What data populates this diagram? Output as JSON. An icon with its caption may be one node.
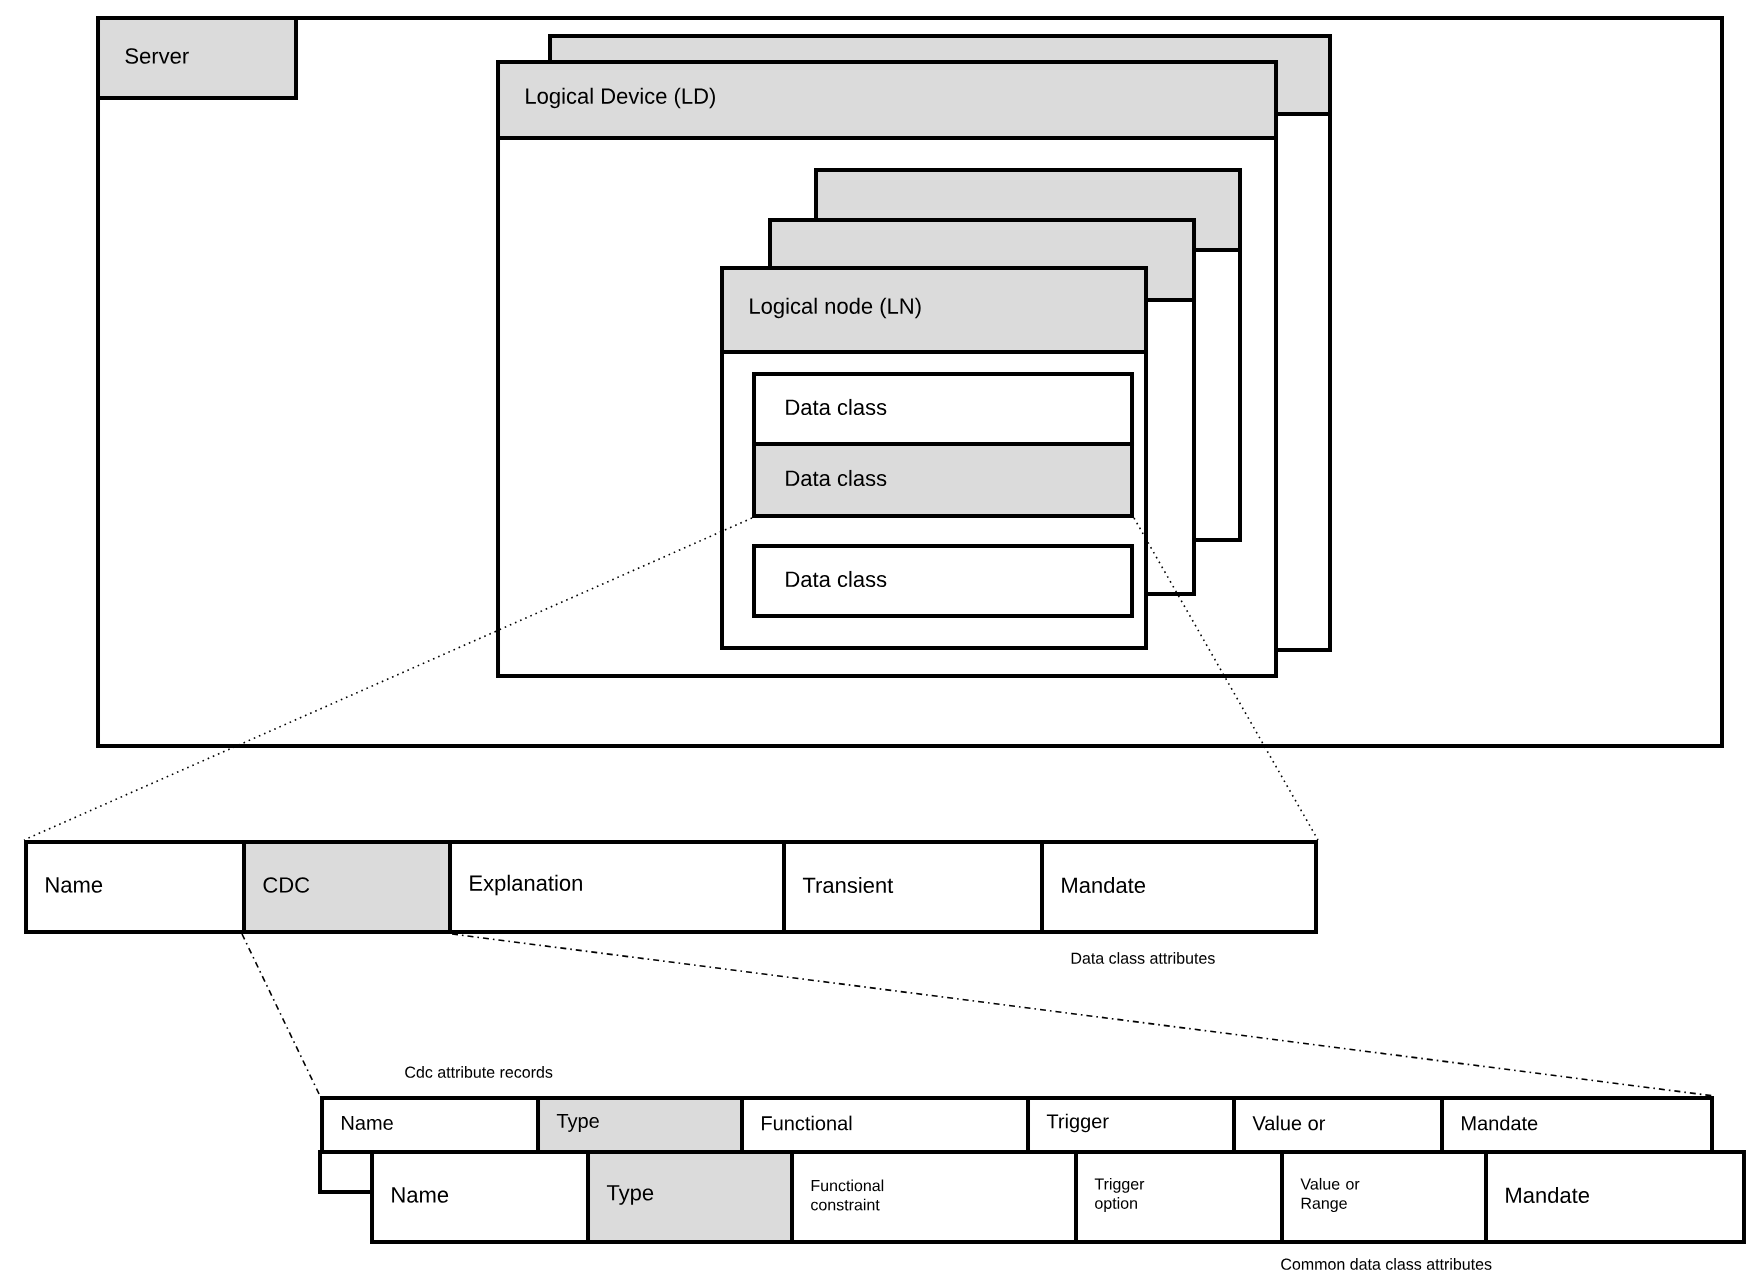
{
  "diagram": {
    "nodes": [
      {
        "text": [],
        "shape": "box"
      },
      {
        "text": [
          "Server"
        ],
        "in": 0
      },
      {
        "text": [],
        "shape": "box",
        "in": 0
      },
      {
        "text": [
          "Logical Device (LD)"
        ],
        "in": 2
      },
      {
        "text": [],
        "shape": "box",
        "in": 2
      },
      {
        "text": [
          "Logical node (LN)"
        ],
        "in": 4
      },
      {
        "text": [
          "Data class"
        ],
        "in": 4
      },
      {
        "text": [
          "Data class"
        ],
        "in": 4
      },
      {
        "text": [
          "Data class"
        ],
        "in": 4
      },
      {
        "text": [
          "Name"
        ]
      },
      {
        "text": [
          "CDC"
        ]
      },
      {
        "text": [
          "Explanation"
        ]
      },
      {
        "text": [
          "Transient"
        ]
      },
      {
        "text": [
          "Mandate"
        ]
      },
      {
        "text": [
          "Name"
        ]
      },
      {
        "text": [
          "Type"
        ]
      },
      {
        "text": [
          "Functional"
        ]
      },
      {
        "text": [
          "Trigger"
        ]
      },
      {
        "text": [
          "Value or"
        ]
      },
      {
        "text": [
          "Mandate"
        ]
      },
      {
        "text": [
          "Name"
        ]
      },
      {
        "text": [
          "Type"
        ]
      },
      {
        "text": [
          "Functional constraint"
        ]
      },
      {
        "text": [
          "Trigger option"
        ]
      },
      {
        "text": [
          "Value or Range"
        ]
      },
      {
        "text": [
          "Mandate"
        ]
      }
    ],
    "edges": [
      {
        "from": 7,
        "to": 9,
        "arrow": "none",
        "style": "dashed"
      },
      {
        "from": 7,
        "to": 13,
        "arrow": "none",
        "style": "dashed"
      },
      {
        "from": 10,
        "to": 14,
        "arrow": "none",
        "style": "dashed"
      },
      {
        "from": 10,
        "to": 19,
        "arrow": "none",
        "style": "dashed"
      }
    ],
    "labels": [
      "Data class attributes",
      "Cdc attribute records",
      "Common data class attributes"
    ]
  }
}
